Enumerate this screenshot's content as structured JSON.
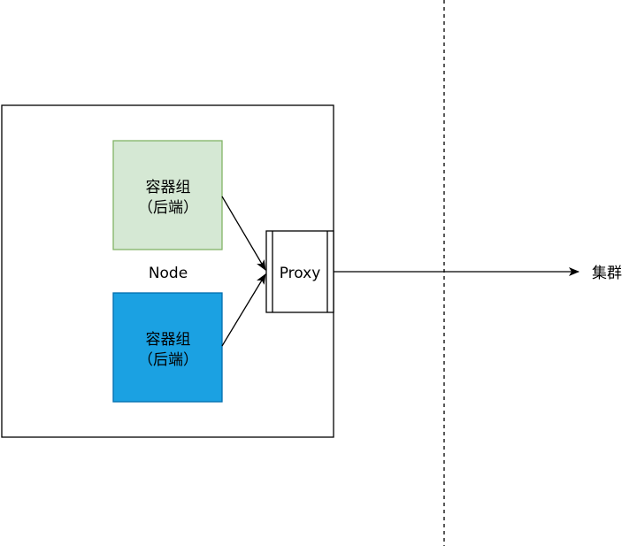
{
  "node": {
    "label": "Node"
  },
  "pods": [
    {
      "line1": "容器组",
      "line2": "（后端）",
      "fill": "#d5e8d4",
      "stroke": "#82b366"
    },
    {
      "line1": "容器组",
      "line2": "（后端）",
      "fill": "#1ba1e2",
      "stroke": "#006eaf"
    }
  ],
  "proxy": {
    "label": "Proxy"
  },
  "cluster": {
    "label": "集群"
  },
  "colors": {
    "line": "#000000",
    "background": "#ffffff"
  }
}
